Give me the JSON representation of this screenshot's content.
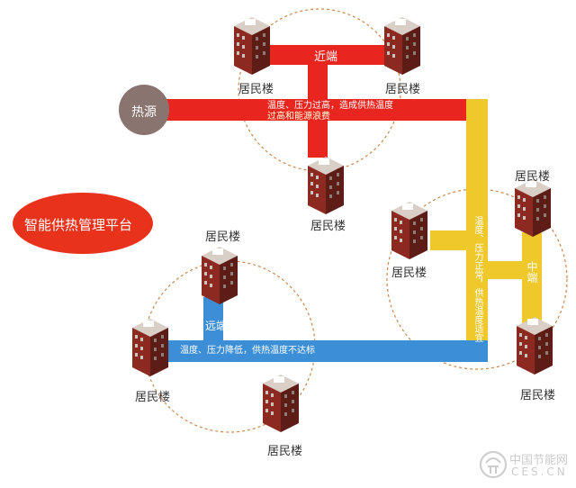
{
  "colors": {
    "red": "#e8261f",
    "yellow": "#efc82c",
    "blue": "#3c8fd6",
    "source": "#8a7470",
    "platform": "#e8321c"
  },
  "heat_source": "热源",
  "platform": "智能供热管理平台",
  "building_label": "居民楼",
  "near": {
    "label": "近端",
    "note_line1": "温度、压力过高，造成供热温度",
    "note_line2": "过高和能源浪费"
  },
  "middle": {
    "label": "中端",
    "note": "温度、压力正常，供热温度适宜"
  },
  "far": {
    "label": "远端",
    "note": "温度、压力降低，供热温度不达标"
  },
  "watermark": {
    "cn": "中国节能网",
    "en": "CES.CN"
  }
}
